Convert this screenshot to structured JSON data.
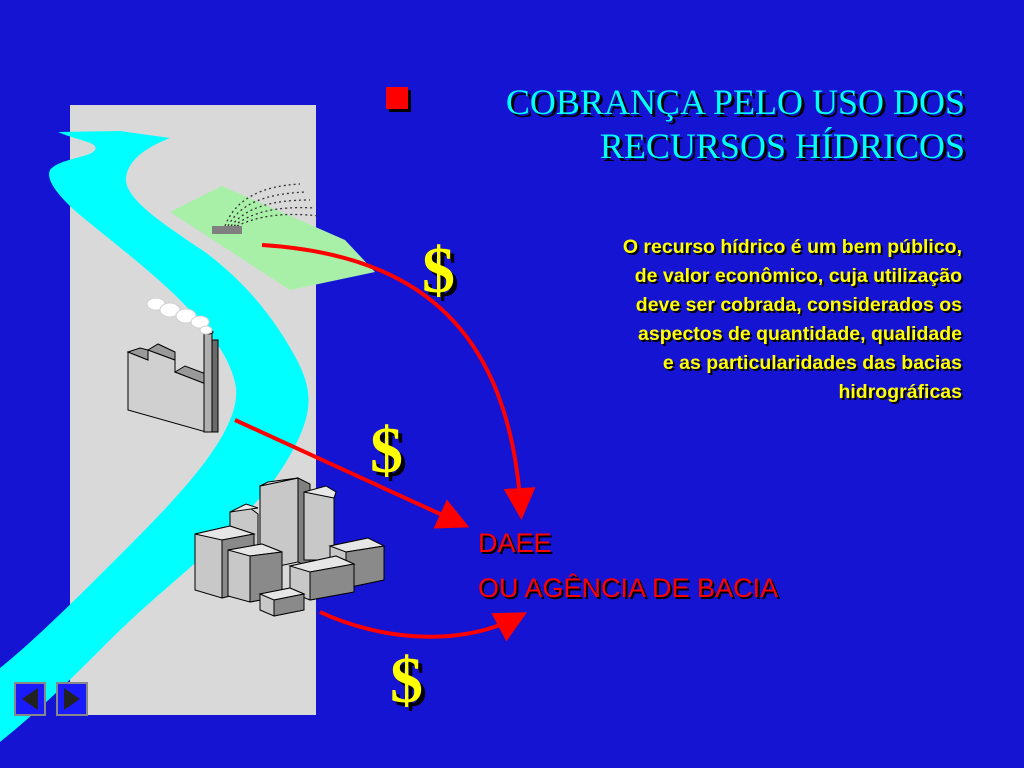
{
  "title": {
    "bullet_icon": "red-square-bullet",
    "line1": "COBRANÇA PELO USO DOS",
    "line2": "RECURSOS HÍDRICOS"
  },
  "description": {
    "lines": [
      "O recurso hídrico é um bem público,",
      "de  valor econômico, cuja utilização",
      "deve ser  cobrada, considerados os",
      "aspectos de quantidade, qualidade",
      "e as particularidades  das  bacias",
      "hidrográficas"
    ]
  },
  "target": {
    "line1": "DAEE",
    "line2": "OU AGÊNCIA DE BACIA"
  },
  "dollar_symbol": "$",
  "illustration": {
    "icons": [
      "river",
      "irrigated-field",
      "sprinkler",
      "factory",
      "city-buildings",
      "red-arrow"
    ]
  },
  "navigation": {
    "prev_icon": "triangle-left-icon",
    "next_icon": "triangle-right-icon"
  },
  "colors": {
    "background": "#1414d2",
    "title": "#00ffff",
    "description": "#ffff00",
    "target": "#ff0000",
    "river": "#00ffff",
    "panel": "#d9d9d9",
    "field": "#a8f0a8",
    "arrow": "#ff0000"
  }
}
